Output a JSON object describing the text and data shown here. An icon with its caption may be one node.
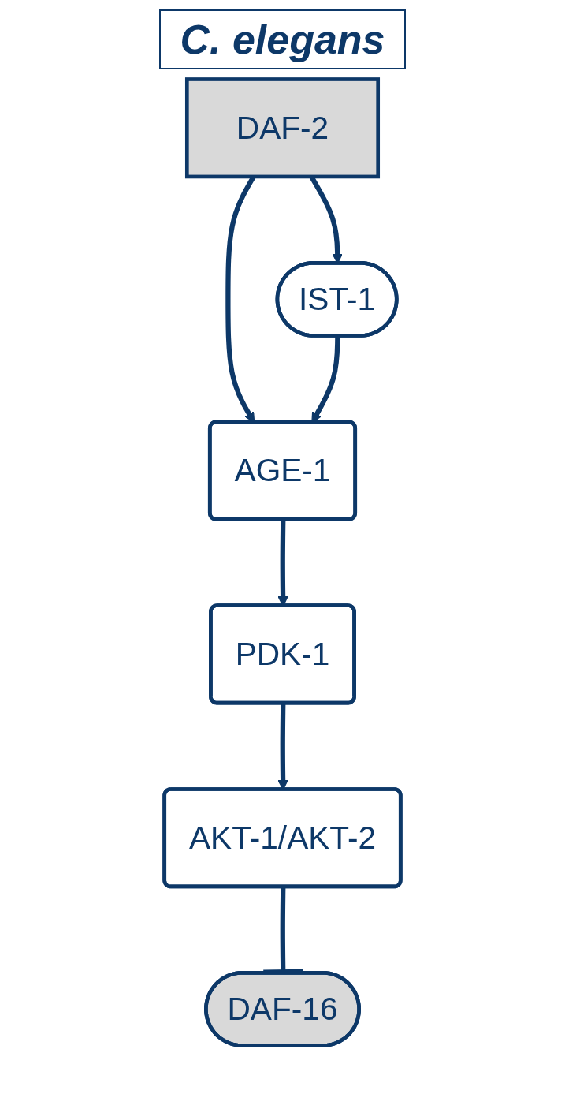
{
  "diagram": {
    "title": "C. elegans",
    "nodes": [
      {
        "text": [
          "DAF-2"
        ]
      },
      {
        "text": [
          "IST-1"
        ]
      },
      {
        "text": [
          "AGE-1"
        ]
      },
      {
        "text": [
          "PDK-1"
        ]
      },
      {
        "text": [
          "AKT-1/AKT-2"
        ]
      },
      {
        "text": [
          "DAF-16"
        ]
      }
    ],
    "edges": [
      {
        "from": 0,
        "to": 1,
        "arrow": "to"
      },
      {
        "from": 0,
        "to": 2,
        "arrow": "to"
      },
      {
        "from": 1,
        "to": 2,
        "arrow": "to"
      },
      {
        "from": 2,
        "to": 3,
        "arrow": "to"
      },
      {
        "from": 3,
        "to": 4,
        "arrow": "to"
      },
      {
        "from": 4,
        "to": 5,
        "arrow": "other"
      }
    ]
  }
}
